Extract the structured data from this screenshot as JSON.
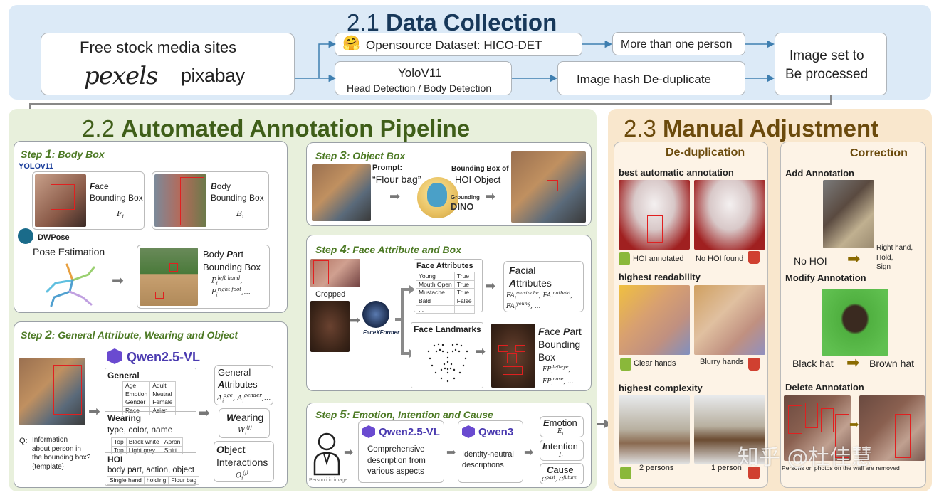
{
  "colors": {
    "blue_bg": "#dceaf7",
    "green_bg": "#e8f0dc",
    "orange_bg": "#f9e7cd",
    "title_blue": "#17385a",
    "title_green": "#3f5e19",
    "title_orange": "#6b4a0c",
    "step_green": "#4d7a25"
  },
  "dc": {
    "title_num": "2.1",
    "title_word": "Data Collection",
    "free_stock": "Free stock media sites",
    "pexels": "pexels",
    "pixabay": "pixabay",
    "opensource": "Opensource Dataset: HICO-DET",
    "yolo": "YoloV11",
    "yolo_sub": "Head Detection / Body Detection",
    "more_person": "More than one person",
    "hash": "Image hash De-duplicate",
    "imageset_1": "Image set to",
    "imageset_2": "Be processed"
  },
  "aap": {
    "title_num": "2.2",
    "title_word": "Automated Annotation Pipeline",
    "s1": {
      "num": "1",
      "label": "Body Box",
      "yolo_logo": "YOLOv11",
      "face_1": "ace",
      "face_2": "Bounding Box",
      "face_var": "F",
      "face_sub": "i",
      "body_1": "ody",
      "body_2": "Bounding Box",
      "body_var": "B",
      "body_sub": "i",
      "dwpose": "DWPose",
      "pose": "Pose Estimation",
      "bp_1": "Body ",
      "bp_2": "art",
      "bp_3": "Bounding Box",
      "bp_l1_sup": "left hand",
      "bp_l2_sup": "right foot",
      "ellipsis": "..."
    },
    "s2": {
      "num": "2",
      "label": "General Attribute, Wearing and Object",
      "qwen": "Qwen2.5-VL",
      "general": "General",
      "gen_rows": [
        [
          "Age",
          "Adult"
        ],
        [
          "Emotion",
          "Neutral"
        ],
        [
          "Gender",
          "Female"
        ],
        [
          "Race",
          "Asian"
        ]
      ],
      "wearing": "Wearing",
      "wearing_sub": "type, color, name",
      "wear_rows": [
        [
          "Top",
          "Black white",
          "Apron"
        ],
        [
          "Top",
          "Light grey",
          "Shirt"
        ]
      ],
      "hoi": "HOI",
      "hoi_sub": "body part, action, object",
      "hoi_rows": [
        [
          "Single hand",
          "holding",
          "Flour bag"
        ]
      ],
      "q_prefix": "Q:",
      "q": "Information\nabout person in\nthe bounding box?\n{template}",
      "ga_1": "General",
      "ga_2": "ttributes",
      "ga_sup1": "age",
      "ga_sup2": "gender",
      "w_1": "earing",
      "w_sup": "(j)",
      "oi_1": "bject",
      "oi_2": "Interactions",
      "oi_sup": "(j)"
    },
    "s3": {
      "num": "3",
      "label": "Object Box",
      "prompt_h": "Prompt:",
      "prompt": "“Flour bag”",
      "dino_1": "Grounding",
      "dino_2": "DINO",
      "bb_1": "Bounding Box of",
      "bb_2": "HOI Object"
    },
    "s4": {
      "num": "4",
      "label": "Face Attribute and Box",
      "cropped": "Cropped",
      "facexformer": "FaceXFormer",
      "fa_title": "Face Attributes",
      "fa_rows": [
        [
          "Young",
          "True"
        ],
        [
          "Mouth Open",
          "True"
        ],
        [
          "Mustache",
          "True"
        ],
        [
          "Bald",
          "False"
        ],
        [
          "...",
          ""
        ]
      ],
      "fl_title": "Face Landmarks",
      "fac_1": "acial",
      "fac_2": "ttributes",
      "fac_sup1": "mustache",
      "fac_sup2": "notbald",
      "fac_sup3": "young",
      "fp_1": "ace ",
      "fp_2": "art",
      "fp_3": "Bounding",
      "fp_4": "Box",
      "fp_sup1": "lefteye",
      "fp_sup2": "nose"
    },
    "s5": {
      "num": "5",
      "label": "Emotion, Intention and Cause",
      "person_cap": "Person i in image",
      "qwen25": "Qwen2.5-VL",
      "desc": "Comprehensive\ndescription from\nvarious aspects",
      "qwen3": "Qwen3",
      "idn": "Identity-neutral\ndescriptions",
      "emo": "motion",
      "int": "ntention",
      "cause": "ause",
      "cause_sup1": "past",
      "cause_sup2": "future"
    }
  },
  "ma": {
    "title_num": "2.3",
    "title_word": "Manual Adjustment",
    "dedup": "De-duplication",
    "best": "best automatic annotation",
    "hoi_annot": "HOI annotated",
    "no_hoi_found": "No HOI found",
    "readability": "highest readability",
    "clear": "Clear hands",
    "blurry": "Blurry hands",
    "complexity": "highest complexity",
    "two": "2 persons",
    "one": "1 person",
    "correction": "Correction",
    "add": "Add Annotation",
    "no_hoi": "No HOI",
    "rh": "Right hand,\nHold,\nSign",
    "modify": "Modify Annotation",
    "black_hat": "Black hat",
    "brown_hat": "Brown hat",
    "delete": "Delete Annotation",
    "removed": "Persons on photos on the wall are removed"
  },
  "watermark": "知乎 @杜佳慧"
}
